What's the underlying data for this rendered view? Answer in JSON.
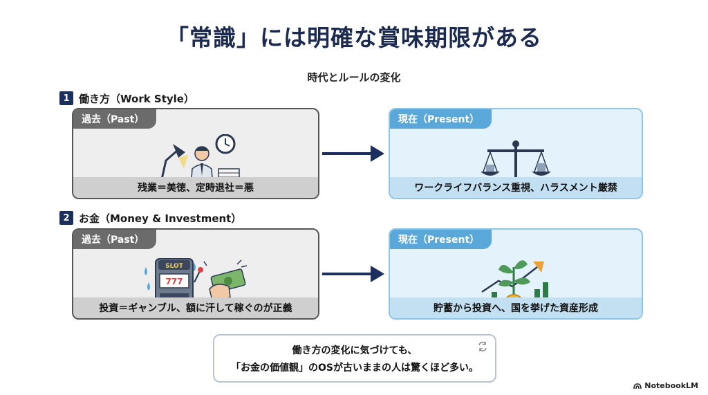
{
  "title": "「常識」には明確な賞味期限がある",
  "subtitle": "時代とルールの変化",
  "sections": [
    {
      "number": "1",
      "heading": "働き方（Work Style）",
      "past": {
        "tag": "過去（Past）",
        "caption": "残業＝美徳、定時退社＝悪",
        "icon": "overworked-office-worker"
      },
      "present": {
        "tag": "現在（Present）",
        "caption": "ワークライフバランス重視、ハラスメント厳禁",
        "icon": "balance-scale"
      }
    },
    {
      "number": "2",
      "heading": "お金（Money & Investment）",
      "past": {
        "tag": "過去（Past）",
        "caption": "投資＝ギャンブル、額に汗して稼ぐのが正義",
        "icon": "slot-machine-cash",
        "slot_label": "SLOT"
      },
      "present": {
        "tag": "現在（Present）",
        "caption": "貯蓄から投資へ、国を挙げた資産形成",
        "icon": "growth-plant-coin"
      }
    }
  ],
  "note": {
    "line1": "働き方の変化に気づけても、",
    "line2": "「お金の価値観」のOSが古いままの人は驚くほど多い。"
  },
  "brand": "NotebookLM",
  "colors": {
    "navy": "#1b2f5e",
    "past_border": "#555555",
    "present_border": "#8fc5e6",
    "present_bg": "#e4f2fb"
  }
}
